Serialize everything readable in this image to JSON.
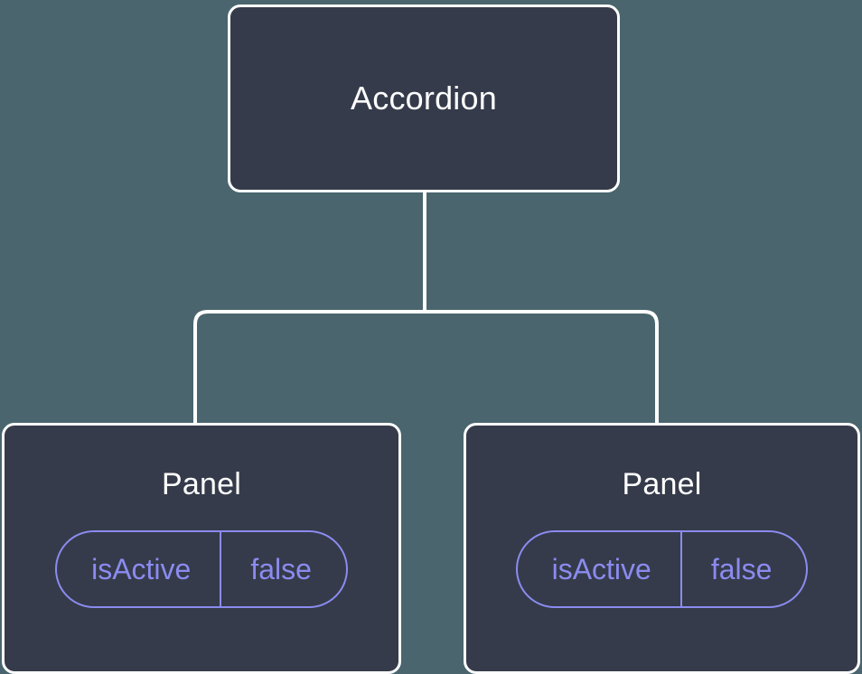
{
  "diagram": {
    "type": "component-tree",
    "background_color": "#4a656e",
    "node_fill_color": "#353b4a",
    "node_border_color": "#ffffff",
    "connector_color": "#ffffff",
    "pill_accent_color": "#8b8bf0",
    "title_text_color": "#ffffff",
    "root": {
      "title": "Accordion"
    },
    "children": [
      {
        "title": "Panel",
        "prop": {
          "key": "isActive",
          "value": "false"
        }
      },
      {
        "title": "Panel",
        "prop": {
          "key": "isActive",
          "value": "false"
        }
      }
    ]
  }
}
